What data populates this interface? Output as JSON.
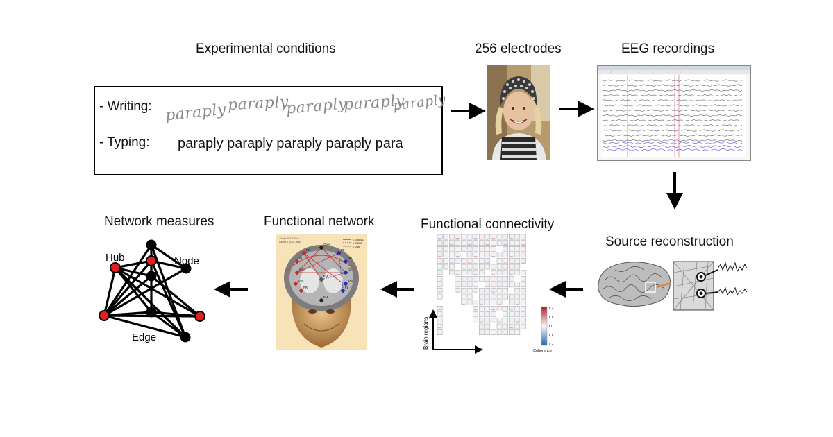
{
  "stages": {
    "conditions": "Experimental conditions",
    "electrodes": "256 electrodes",
    "recordings": "EEG recordings",
    "source": "Source reconstruction",
    "connectivity": "Functional connectivity",
    "network": "Functional network",
    "measures": "Network measures"
  },
  "conditions": {
    "writing_label": "- Writing:",
    "typing_label": "- Typing:",
    "written_words": [
      "paraply",
      "paraply",
      "paraply",
      "paraply",
      "paraply"
    ],
    "typed_text": "paraply paraply paraply paraply para"
  },
  "connectivity_matrix": {
    "y_axis": "Brain regions",
    "colorbar_label": "Coherence",
    "colorbar_ticks": [
      "1.2",
      "1.1",
      "1.0",
      "1.1",
      "1.2"
    ],
    "colors": {
      "high": "#b2182b",
      "mid": "#f7f7f7",
      "low": "#2166ac"
    }
  },
  "functional_network": {
    "legend": [
      "< 0.0001",
      "< 0.005",
      "< 0.05"
    ],
    "bands": [
      "Theta 3.5-7.5Hz",
      "Alpha 7.5-12.5Hz"
    ],
    "nodes": [
      "OpM",
      "PR",
      "PL",
      "PL",
      "PR",
      "CR",
      "CL",
      "TAR",
      "TAL",
      "FR",
      "FL",
      "FM",
      "FM"
    ]
  },
  "network_measures": {
    "hub_label": "Hub",
    "node_label": "Node",
    "edge_label": "Edge",
    "colors": {
      "hub": "#e02020",
      "node": "#000000"
    }
  }
}
